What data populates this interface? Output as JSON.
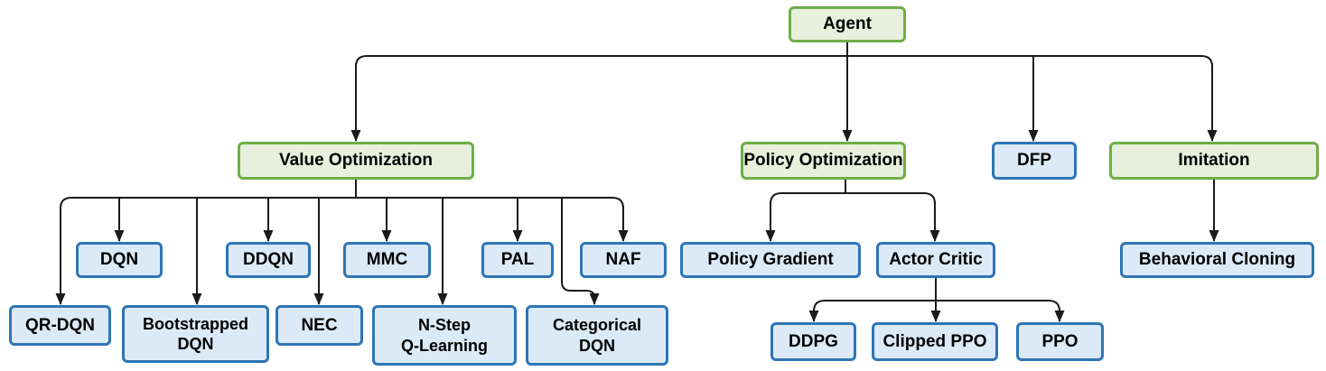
{
  "diagram_type": "hierarchy-flowchart",
  "colors": {
    "green_border": "#70ad47",
    "green_fill": "#e6f0dc",
    "blue_border": "#2e75b6",
    "blue_fill": "#dceaf7",
    "line": "#1a1a1a",
    "text": "#000000"
  },
  "nodes": {
    "agent": {
      "label": "Agent",
      "type": "green"
    },
    "value_optimization": {
      "label": "Value Optimization",
      "type": "green"
    },
    "policy_optimization": {
      "label": "Policy Optimization",
      "type": "green"
    },
    "dfp": {
      "label": "DFP",
      "type": "blue"
    },
    "imitation": {
      "label": "Imitation",
      "type": "green"
    },
    "dqn": {
      "label": "DQN",
      "type": "blue"
    },
    "ddqn": {
      "label": "DDQN",
      "type": "blue"
    },
    "mmc": {
      "label": "MMC",
      "type": "blue"
    },
    "pal": {
      "label": "PAL",
      "type": "blue"
    },
    "naf": {
      "label": "NAF",
      "type": "blue"
    },
    "qr_dqn": {
      "label": "QR-DQN",
      "type": "blue"
    },
    "bootstrapped_dqn": {
      "label": "Bootstrapped DQN",
      "line1": "Bootstrapped",
      "line2": "DQN",
      "type": "blue"
    },
    "nec": {
      "label": "NEC",
      "type": "blue"
    },
    "n_step_q_learning": {
      "label": "N-Step Q-Learning",
      "line1": "N-Step",
      "line2": "Q-Learning",
      "type": "blue"
    },
    "categorical_dqn": {
      "label": "Categorical DQN",
      "line1": "Categorical",
      "line2": "DQN",
      "type": "blue"
    },
    "policy_gradient": {
      "label": "Policy Gradient",
      "type": "blue"
    },
    "actor_critic": {
      "label": "Actor Critic",
      "type": "blue"
    },
    "ddpg": {
      "label": "DDPG",
      "type": "blue"
    },
    "clipped_ppo": {
      "label": "Clipped PPO",
      "type": "blue"
    },
    "ppo": {
      "label": "PPO",
      "type": "blue"
    },
    "behavioral_cloning": {
      "label": "Behavioral Cloning",
      "type": "blue"
    }
  },
  "edges": [
    [
      "agent",
      "value_optimization"
    ],
    [
      "agent",
      "policy_optimization"
    ],
    [
      "agent",
      "dfp"
    ],
    [
      "agent",
      "imitation"
    ],
    [
      "value_optimization",
      "qr_dqn"
    ],
    [
      "value_optimization",
      "dqn"
    ],
    [
      "value_optimization",
      "bootstrapped_dqn"
    ],
    [
      "value_optimization",
      "ddqn"
    ],
    [
      "value_optimization",
      "nec"
    ],
    [
      "value_optimization",
      "mmc"
    ],
    [
      "value_optimization",
      "n_step_q_learning"
    ],
    [
      "value_optimization",
      "pal"
    ],
    [
      "value_optimization",
      "categorical_dqn"
    ],
    [
      "value_optimization",
      "naf"
    ],
    [
      "policy_optimization",
      "policy_gradient"
    ],
    [
      "policy_optimization",
      "actor_critic"
    ],
    [
      "actor_critic",
      "ddpg"
    ],
    [
      "actor_critic",
      "clipped_ppo"
    ],
    [
      "actor_critic",
      "ppo"
    ],
    [
      "imitation",
      "behavioral_cloning"
    ]
  ]
}
